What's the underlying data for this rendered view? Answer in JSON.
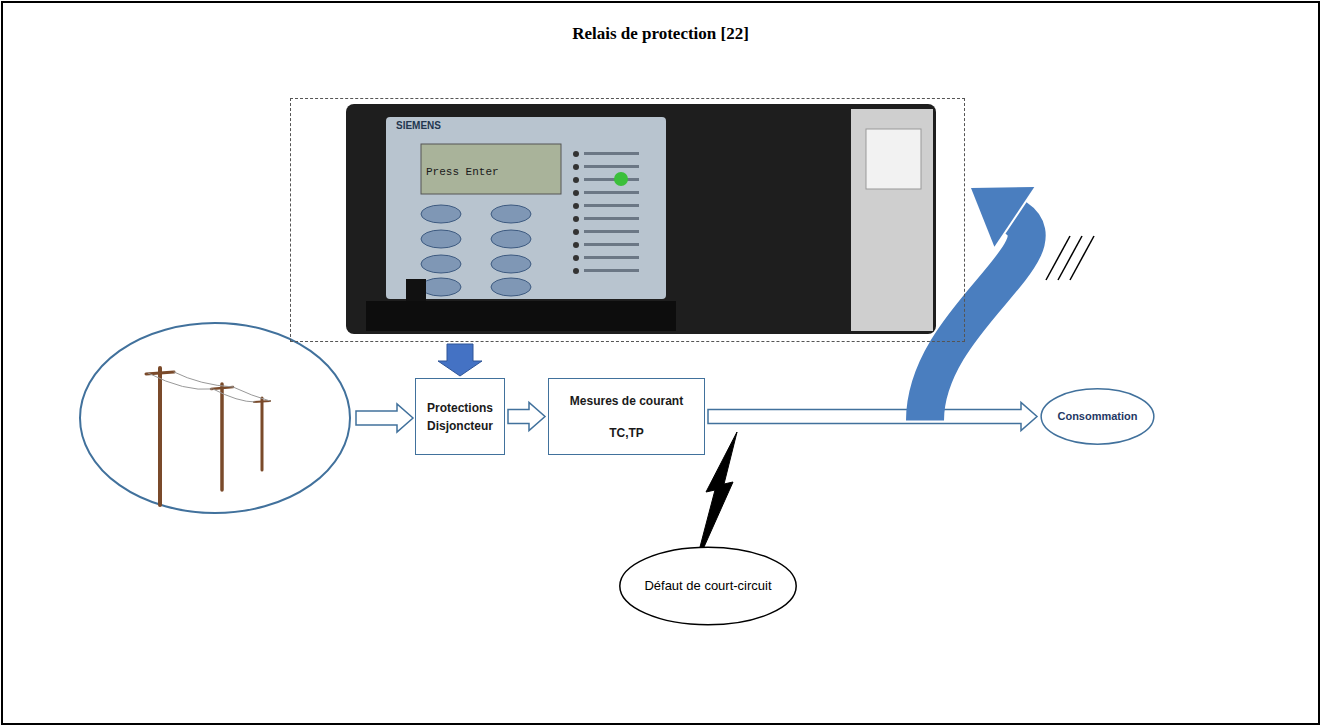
{
  "diagram": {
    "title": "Relais de protection [22]",
    "nodes": [
      {
        "text": [
          "SIEMENS",
          "Press Enter"
        ]
      },
      {
        "text": [
          "Protections Disjoncteur"
        ]
      },
      {
        "text": [
          "Mesures de courant",
          "TC,TP"
        ]
      },
      {
        "text": [
          "Consommation"
        ]
      },
      {
        "text": [
          "Défaut de court-circuit"
        ]
      }
    ],
    "edges": [
      {
        "from": 0,
        "to": 1,
        "arrow": "to"
      },
      {
        "from": 1,
        "to": 2,
        "arrow": "to"
      },
      {
        "from": 2,
        "to": 3,
        "arrow": "to"
      },
      {
        "from": 2,
        "to": 0,
        "arrow": "to"
      }
    ]
  }
}
